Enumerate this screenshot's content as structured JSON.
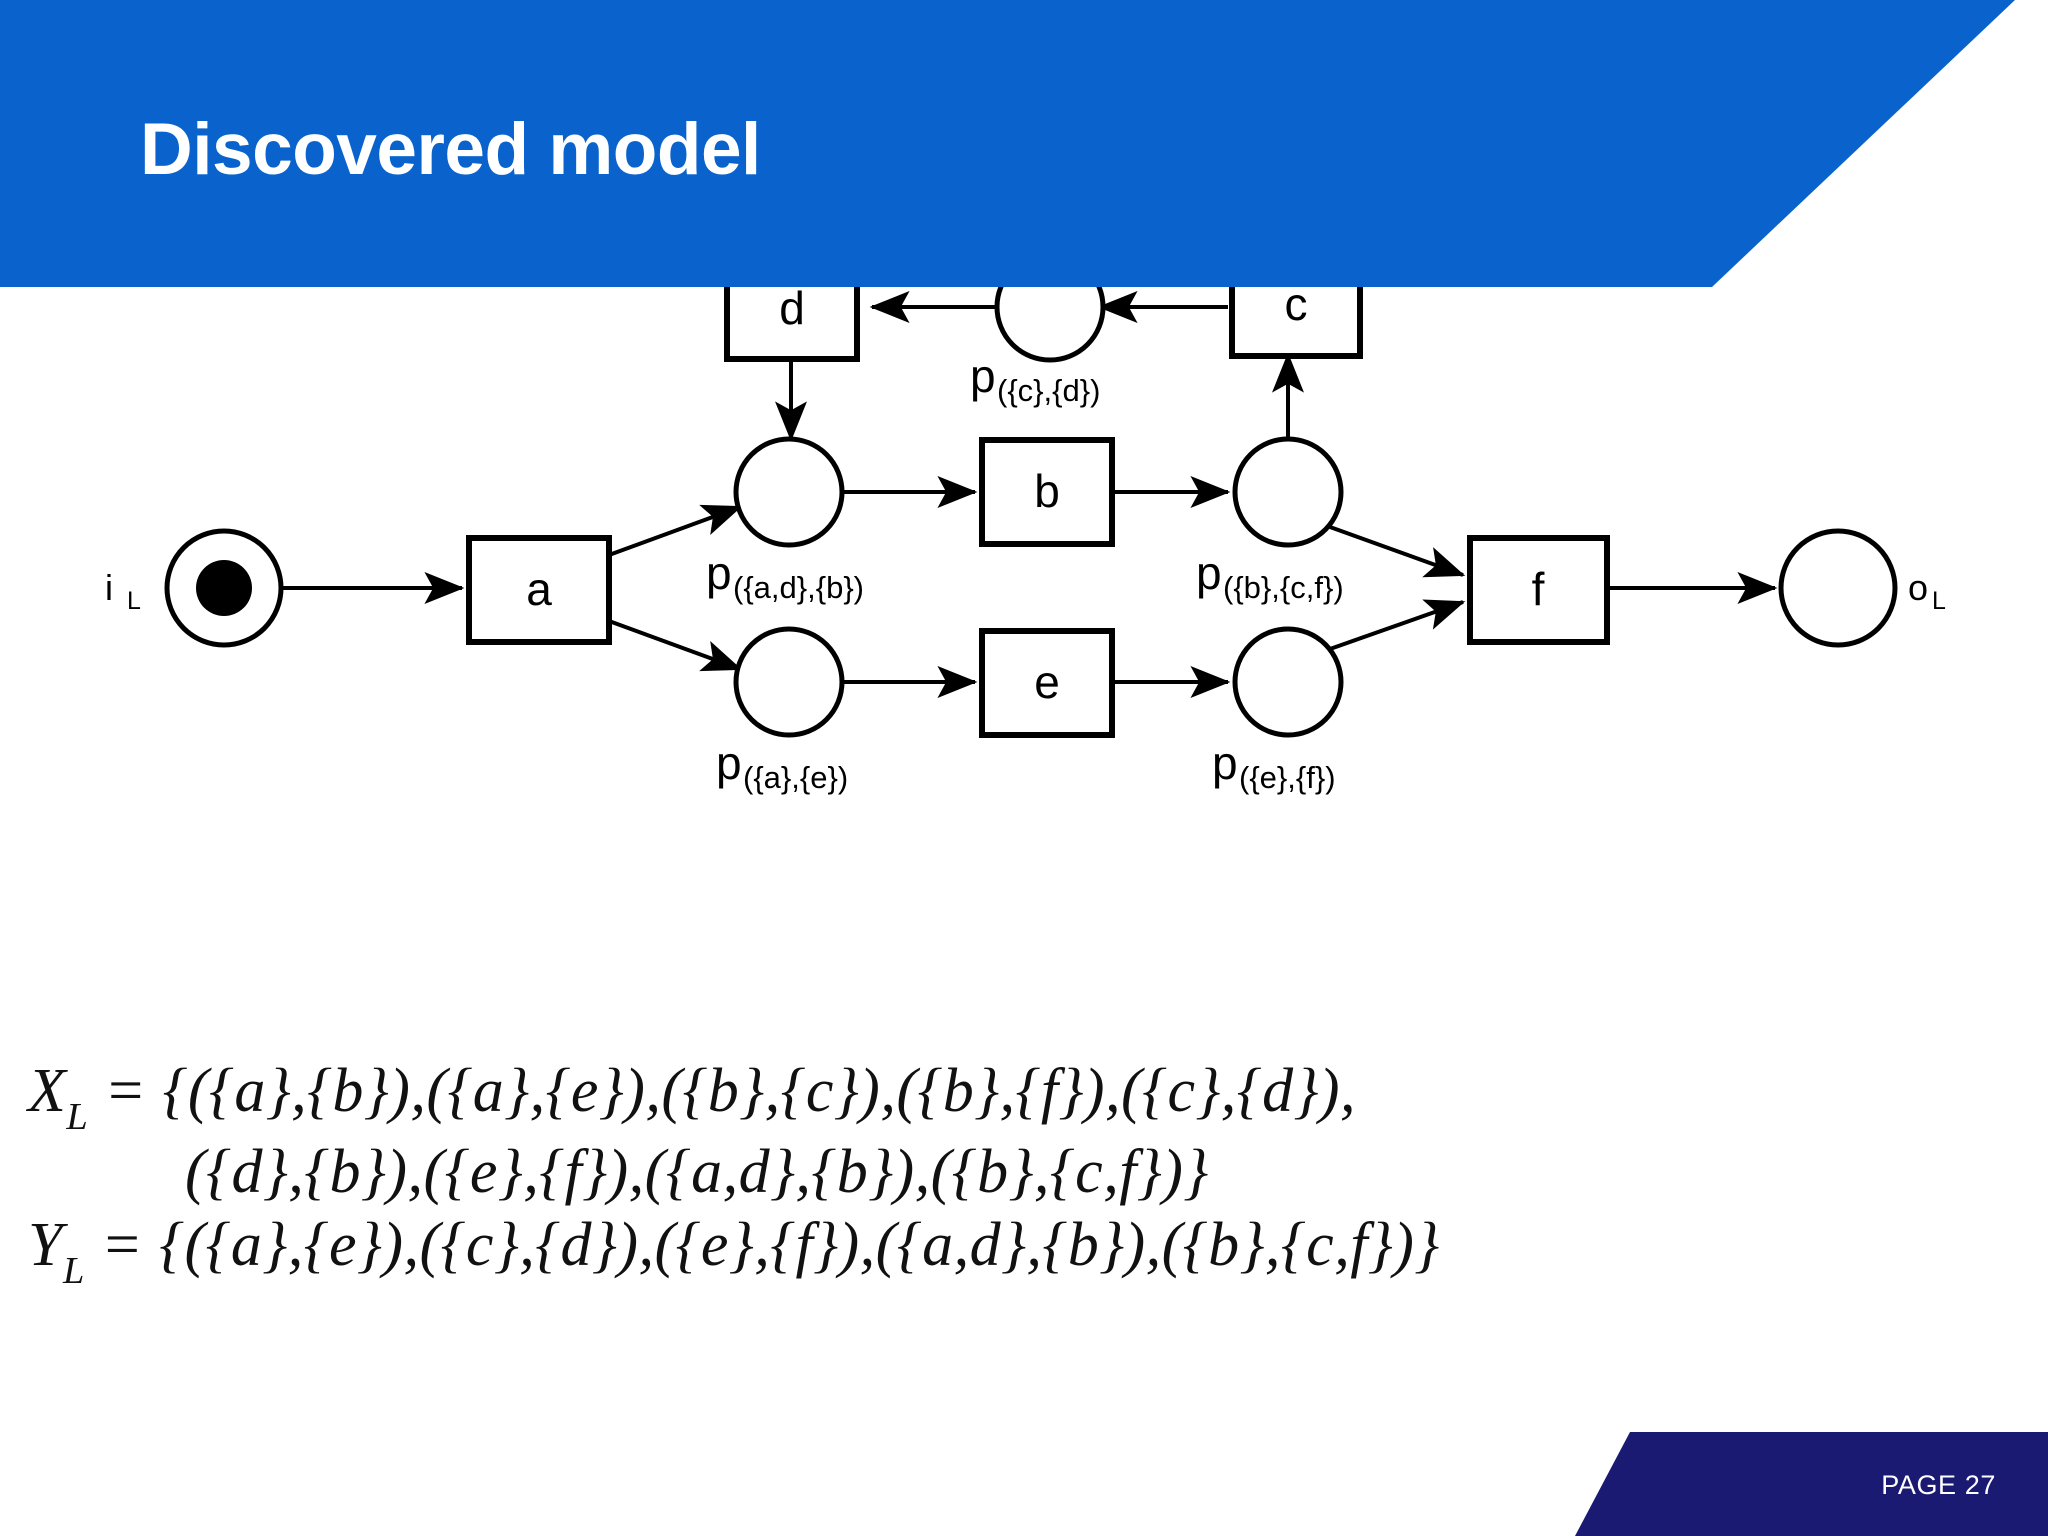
{
  "slide": {
    "title": "Discovered model",
    "accent_color": "#0A63CC",
    "footer_color": "#1A1A73",
    "background_color": "#FFFFFF"
  },
  "diagram": {
    "type": "petri-net",
    "input_place": {
      "name_main": "i",
      "name_sub": "L",
      "tokens": 1
    },
    "output_place": {
      "name_main": "o",
      "name_sub": "L"
    },
    "transitions": [
      {
        "id": "a",
        "label": "a"
      },
      {
        "id": "b",
        "label": "b"
      },
      {
        "id": "c",
        "label": "c"
      },
      {
        "id": "d",
        "label": "d"
      },
      {
        "id": "e",
        "label": "e"
      },
      {
        "id": "f",
        "label": "f"
      }
    ],
    "places": [
      {
        "id": "p_ad_b",
        "name_main": "p",
        "name_sub": "({a,d},{b})"
      },
      {
        "id": "p_b_cf",
        "name_main": "p",
        "name_sub": "({b},{c,f})"
      },
      {
        "id": "p_c_d",
        "name_main": "p",
        "name_sub": "({c},{d})"
      },
      {
        "id": "p_a_e",
        "name_main": "p",
        "name_sub": "({a},{e})"
      },
      {
        "id": "p_e_f",
        "name_main": "p",
        "name_sub": "({e},{f})"
      }
    ],
    "arcs": [
      {
        "from": "i_L",
        "to": "a"
      },
      {
        "from": "a",
        "to": "p_ad_b"
      },
      {
        "from": "a",
        "to": "p_a_e"
      },
      {
        "from": "p_ad_b",
        "to": "b"
      },
      {
        "from": "b",
        "to": "p_b_cf"
      },
      {
        "from": "p_b_cf",
        "to": "c"
      },
      {
        "from": "c",
        "to": "p_c_d"
      },
      {
        "from": "p_c_d",
        "to": "d"
      },
      {
        "from": "d",
        "to": "p_ad_b"
      },
      {
        "from": "p_b_cf",
        "to": "f"
      },
      {
        "from": "p_a_e",
        "to": "e"
      },
      {
        "from": "e",
        "to": "p_e_f"
      },
      {
        "from": "p_e_f",
        "to": "f"
      },
      {
        "from": "f",
        "to": "o_L"
      }
    ]
  },
  "formulas": {
    "line1": "X_L = {({a},{b}),({a},{e}),({b},{c}),({b},{f}),({c},{d}),",
    "line2": "({d},{b}),({e},{f}),({a,d},{b}),({b},{c,f})}",
    "line3": "Y_L = {({a},{e}),({c},{d}),({e},{f}),({a,d},{b}),({b},{c,f})}",
    "line1_var": "X",
    "line1_sub": "L",
    "line1_rest": " = {({a},{b}),({a},{e}),({b},{c}),({b},{f}),({c},{d}),",
    "line3_var": "Y",
    "line3_sub": "L",
    "line3_rest": " = {({a},{e}),({c},{d}),({e},{f}),({a,d},{b}),({b},{c,f})}"
  },
  "footer": {
    "page_label": "PAGE 27"
  }
}
